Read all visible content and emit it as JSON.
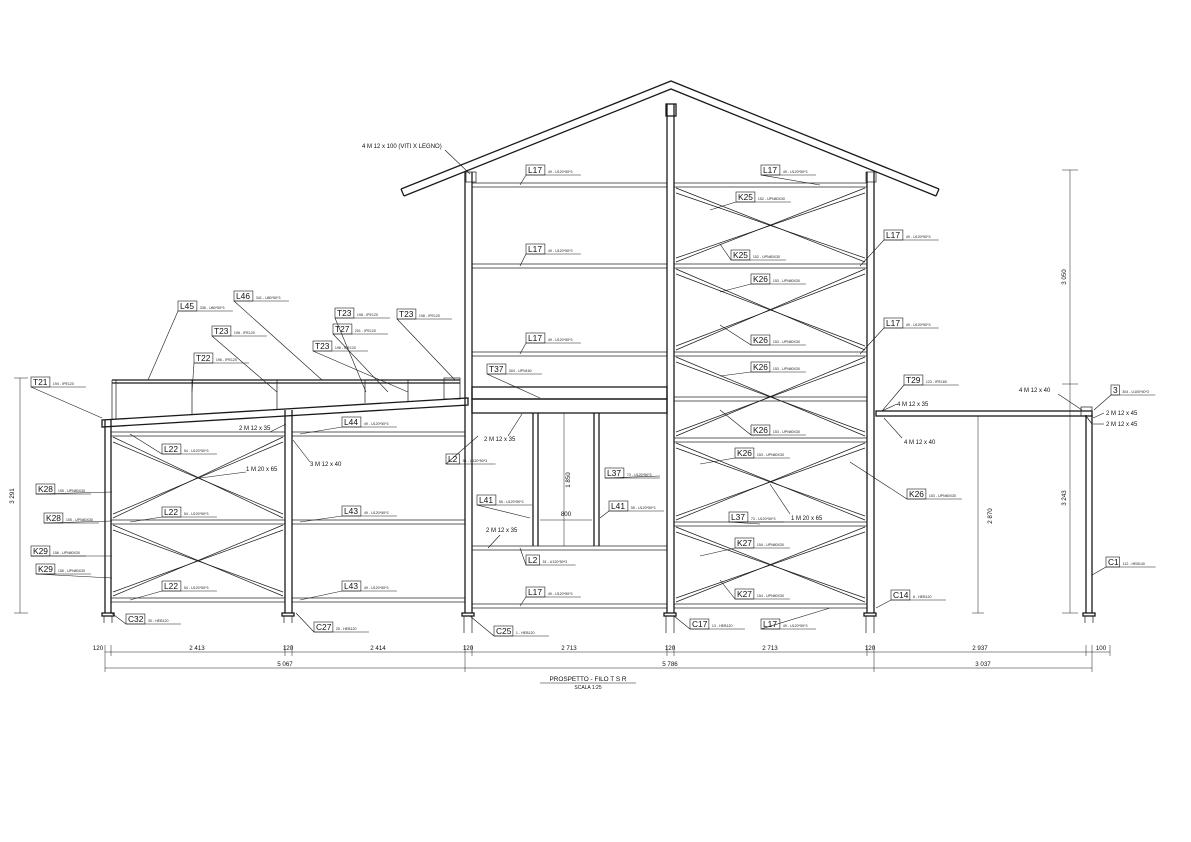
{
  "title": "PROSPETTO - FILO T S R",
  "scale": "SCALA 1:25",
  "members": [
    {
      "id": "l17a",
      "tag": "L17",
      "spec": "49 - U120*50*3"
    },
    {
      "id": "l17b",
      "tag": "L17",
      "spec": "49 - U120*50*3"
    },
    {
      "id": "l17c",
      "tag": "L17",
      "spec": "49 - U120*50*3"
    },
    {
      "id": "l17d",
      "tag": "L17",
      "spec": "49 - U120*50*3"
    },
    {
      "id": "l17e",
      "tag": "L17",
      "spec": "49 - U120*50*3"
    },
    {
      "id": "l17f",
      "tag": "L17",
      "spec": "49 - U120*50*3"
    },
    {
      "id": "l17g",
      "tag": "L17",
      "spec": "49 - U120*50*3"
    },
    {
      "id": "l17h",
      "tag": "L17",
      "spec": "49 - U120*50*3"
    },
    {
      "id": "k25a",
      "tag": "K25",
      "spec": "152 - UPN80X30"
    },
    {
      "id": "k25b",
      "tag": "K25",
      "spec": "152 - UPN80X30"
    },
    {
      "id": "k26a",
      "tag": "K26",
      "spec": "153 - UPN80X30"
    },
    {
      "id": "k26b",
      "tag": "K26",
      "spec": "153 - UPN80X30"
    },
    {
      "id": "k26c",
      "tag": "K26",
      "spec": "153 - UPN80X30"
    },
    {
      "id": "k26d",
      "tag": "K26",
      "spec": "153 - UPN80X30"
    },
    {
      "id": "k26e",
      "tag": "K26",
      "spec": "153 - UPN80X30"
    },
    {
      "id": "k26f",
      "tag": "K26",
      "spec": "153 - UPN80X30"
    },
    {
      "id": "k27a",
      "tag": "K27",
      "spec": "154 - UPN80X30"
    },
    {
      "id": "k27b",
      "tag": "K27",
      "spec": "154 - UPN80X30"
    },
    {
      "id": "l37a",
      "tag": "L37",
      "spec": "73 - U120*50*3"
    },
    {
      "id": "l37b",
      "tag": "L37",
      "spec": "73 - U120*50*3"
    },
    {
      "id": "t37",
      "tag": "T37",
      "spec": "304 - UPN160"
    },
    {
      "id": "l41a",
      "tag": "L41",
      "spec": "55 - U120*50*3"
    },
    {
      "id": "l41b",
      "tag": "L41",
      "spec": "55 - U120*50*3"
    },
    {
      "id": "l2a",
      "tag": "L2",
      "spec": "51 - U120*50*3"
    },
    {
      "id": "l2b",
      "tag": "L2",
      "spec": "51 - U120*50*3"
    },
    {
      "id": "l44",
      "tag": "L44",
      "spec": "49 - U120*50*3"
    },
    {
      "id": "l43a",
      "tag": "L43",
      "spec": "49 - U120*50*3"
    },
    {
      "id": "l43b",
      "tag": "L43",
      "spec": "49 - U120*50*3"
    },
    {
      "id": "l22a",
      "tag": "L22",
      "spec": "54 - U120*50*3"
    },
    {
      "id": "l22b",
      "tag": "L22",
      "spec": "54 - U120*50*3"
    },
    {
      "id": "l22c",
      "tag": "L22",
      "spec": "54 - U120*50*3"
    },
    {
      "id": "l45",
      "tag": "L45",
      "spec": "336 - U80*50*3"
    },
    {
      "id": "l46",
      "tag": "L46",
      "spec": "341 - U80*50*3"
    },
    {
      "id": "t21",
      "tag": "T21",
      "spec": "194 - IPE120"
    },
    {
      "id": "t22",
      "tag": "T22",
      "spec": "196 - IPE120"
    },
    {
      "id": "t23a",
      "tag": "T23",
      "spec": "198 - IPE120"
    },
    {
      "id": "t23b",
      "tag": "T23",
      "spec": "198 - IPE120"
    },
    {
      "id": "t23c",
      "tag": "T23",
      "spec": "198 - IPE120"
    },
    {
      "id": "t23d",
      "tag": "T23",
      "spec": "198 - IPE120"
    },
    {
      "id": "t27",
      "tag": "T27",
      "spec": "201 - IPE120"
    },
    {
      "id": "t29",
      "tag": "T29",
      "spec": "123 - IPE160"
    },
    {
      "id": "k28a",
      "tag": "K28",
      "spec": "155 - UPN80X30"
    },
    {
      "id": "k28b",
      "tag": "K28",
      "spec": "155 - UPN80X30"
    },
    {
      "id": "k29a",
      "tag": "K29",
      "spec": "156 - UPN80X30"
    },
    {
      "id": "k29b",
      "tag": "K29",
      "spec": "156 - UPN80X30"
    },
    {
      "id": "c32",
      "tag": "C32",
      "spec": "30 - HEB120"
    },
    {
      "id": "c27",
      "tag": "C27",
      "spec": "25 - HEB120"
    },
    {
      "id": "c25",
      "tag": "C25",
      "spec": "1 - HEB120"
    },
    {
      "id": "c17",
      "tag": "C17",
      "spec": "13 - HEB120"
    },
    {
      "id": "c14",
      "tag": "C14",
      "spec": "8 - HEB120"
    },
    {
      "id": "c1",
      "tag": "C1",
      "spec": "112 - HEB140"
    },
    {
      "id": "m3",
      "tag": "3",
      "spec": "304 - U100*50*3"
    }
  ],
  "notes": {
    "viti": "4 M 12 x 100 (VITI X LEGNO)",
    "b_2m12x35_a": "2 M 12 x 35",
    "b_3m12x40": "3 M 12 x 40",
    "b_1m20x65_a": "1 M 20 x 65",
    "b_2m12x35_b": "2 M 12 x 35",
    "b_2m12x35_c": "2 M 12 x 35",
    "b_1m20x65_b": "1 M 20 x 65",
    "b_4m12x35": "4 M 12 x 35",
    "b_4m12x40_a": "4 M 12 x 40",
    "b_4m12x40_b": "4 M 12 x 40",
    "b_2m12x45_a": "2 M 12 x 45",
    "b_2m12x45_b": "2 M 12 x 45"
  },
  "dimensions": {
    "row1": [
      "120",
      "2 413",
      "120",
      "2 414",
      "120",
      "2 713",
      "120",
      "2 713",
      "120",
      "2 937",
      "100"
    ],
    "row2": [
      "5 067",
      "5 786",
      "3 037"
    ],
    "vertical": {
      "left": "3 291",
      "roof": "3 050",
      "opening_h": "1 850",
      "opening_w": "800",
      "right_inner": "2 870",
      "right_outer": "3 243"
    }
  }
}
